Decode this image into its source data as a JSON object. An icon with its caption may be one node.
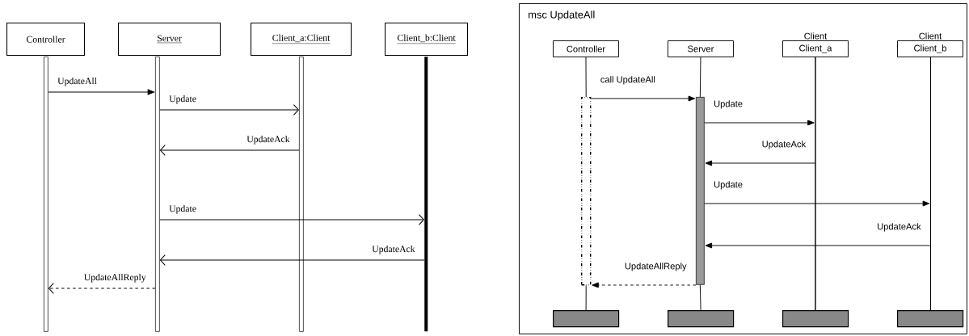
{
  "diagram": {
    "nodes": [
      {
        "text": [
          "Controller"
        ]
      },
      {
        "text": [
          "Server"
        ]
      },
      {
        "text": [
          "Client_a:Client"
        ]
      },
      {
        "text": [
          "Client_b:Client"
        ]
      },
      {
        "text": [],
        "shape": "bar"
      },
      {
        "text": [],
        "shape": "bar"
      },
      {
        "text": [],
        "shape": "bar"
      },
      {
        "text": [],
        "shape": "bar"
      },
      {
        "text": [
          "msc UpdateAll"
        ]
      },
      {
        "text": [
          "Controller"
        ],
        "in": 8
      },
      {
        "text": [
          "Server"
        ],
        "in": 8
      },
      {
        "text": [
          "Client_a"
        ],
        "beside": [
          "Client"
        ],
        "in": 8
      },
      {
        "text": [
          "Client_b"
        ],
        "beside": [
          "Client"
        ],
        "in": 8
      },
      {
        "text": [],
        "shape": "box",
        "in": 8
      },
      {
        "text": [],
        "shape": "bar",
        "in": 8
      },
      {
        "text": [],
        "shape": "bar",
        "in": 8
      },
      {
        "text": [],
        "shape": "bar",
        "in": 8
      },
      {
        "text": [],
        "shape": "bar",
        "in": 8
      },
      {
        "text": [],
        "shape": "bar",
        "in": 8
      },
      {
        "text": [],
        "shape": "bar",
        "in": 8
      },
      {
        "text": [],
        "shape": "bar",
        "in": 8
      }
    ],
    "edges": [
      {
        "from": 4,
        "to": 5,
        "arrow": "to",
        "label": "UpdateAll"
      },
      {
        "from": 5,
        "to": 6,
        "arrow": "to",
        "label": "Update"
      },
      {
        "from": 6,
        "to": 5,
        "arrow": "to",
        "label": "UpdateAck"
      },
      {
        "from": 5,
        "to": 7,
        "arrow": "to",
        "label": "Update"
      },
      {
        "from": 7,
        "to": 5,
        "arrow": "to",
        "label": "UpdateAck"
      },
      {
        "from": 5,
        "to": 4,
        "arrow": "to",
        "label": "UpdateAllReply",
        "style": "dashed"
      },
      {
        "from": 13,
        "to": 14,
        "arrow": "to",
        "label": "call UpdateAll"
      },
      {
        "from": 14,
        "to": 15,
        "arrow": "to",
        "label": "Update"
      },
      {
        "from": 15,
        "to": 14,
        "arrow": "to",
        "label": "UpdateAck"
      },
      {
        "from": 14,
        "to": 16,
        "arrow": "to",
        "label": "Update"
      },
      {
        "from": 16,
        "to": 14,
        "arrow": "to",
        "label": "UpdateAck"
      },
      {
        "from": 14,
        "to": 13,
        "arrow": "to",
        "label": "UpdateAllReply",
        "style": "dashed"
      },
      {
        "from": 9,
        "to": 13,
        "arrow": "none"
      },
      {
        "from": 13,
        "to": 17,
        "arrow": "none"
      },
      {
        "from": 10,
        "to": 14,
        "arrow": "none"
      },
      {
        "from": 14,
        "to": 18,
        "arrow": "none"
      }
    ]
  }
}
